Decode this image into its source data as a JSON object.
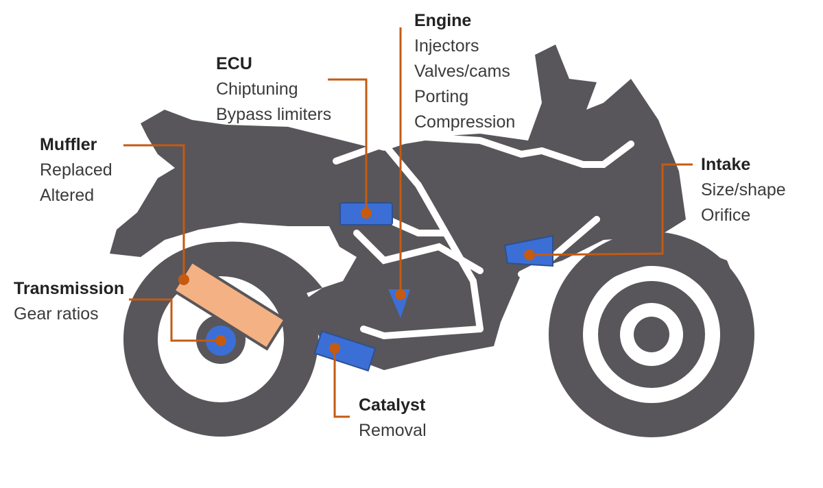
{
  "colors": {
    "body": "#58565a",
    "part": "#3b6fd6",
    "leader": "#c55a11",
    "muffler": "#f4b183"
  },
  "labels": {
    "engine": {
      "title": "Engine",
      "items": [
        "Injectors",
        "Valves/cams",
        "Porting",
        "Compression"
      ]
    },
    "ecu": {
      "title": "ECU",
      "items": [
        "Chiptuning",
        "Bypass limiters"
      ]
    },
    "muffler": {
      "title": "Muffler",
      "items": [
        "Replaced",
        "Altered"
      ]
    },
    "intake": {
      "title": "Intake",
      "items": [
        "Size/shape",
        "Orifice"
      ]
    },
    "transmission": {
      "title": "Transmission",
      "items": [
        "Gear ratios"
      ]
    },
    "catalyst": {
      "title": "Catalyst",
      "items": [
        "Removal"
      ]
    }
  }
}
